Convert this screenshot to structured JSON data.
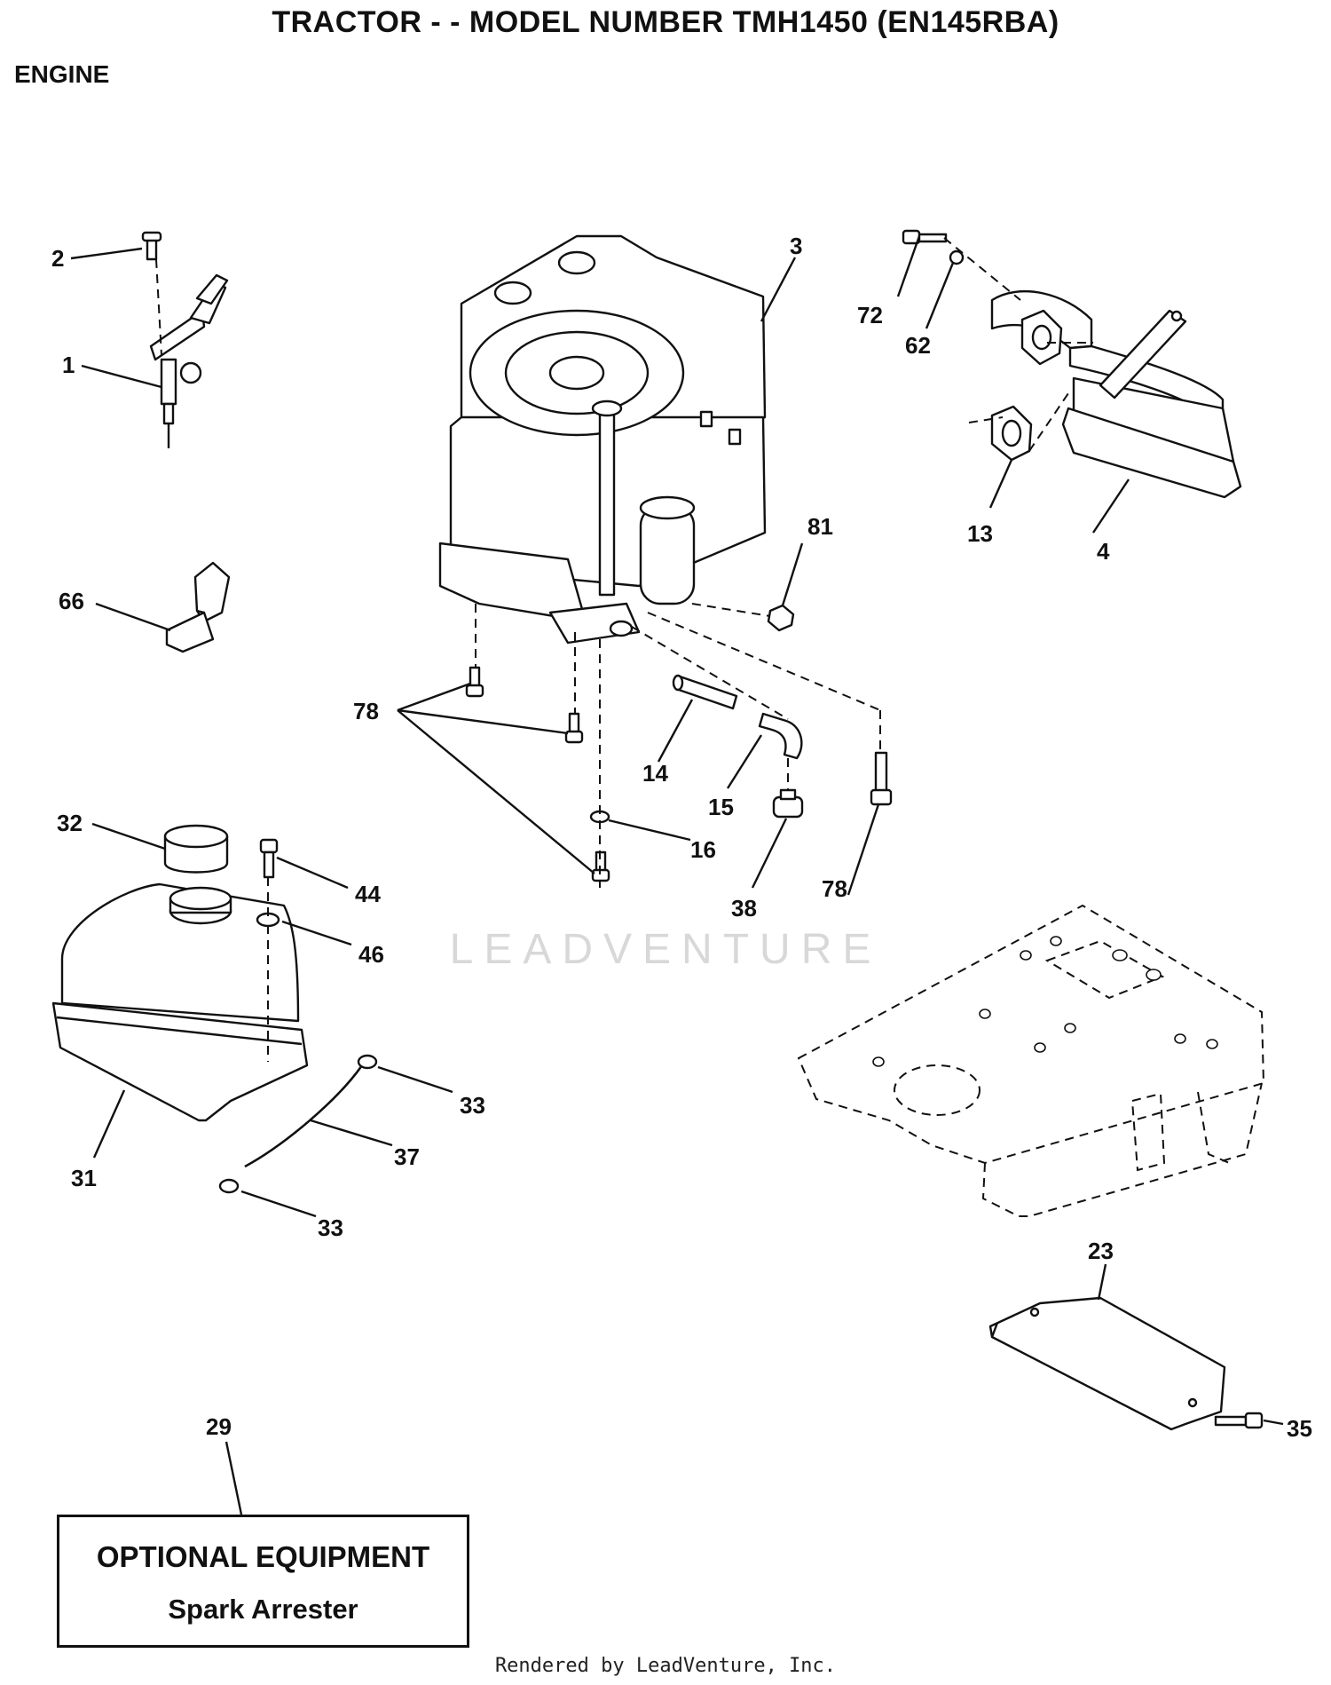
{
  "title": "TRACTOR - - MODEL NUMBER TMH1450 (EN145RBA)",
  "section": "ENGINE",
  "callouts": [
    "1",
    "2",
    "3",
    "4",
    "13",
    "14",
    "15",
    "16",
    "23",
    "29",
    "31",
    "32",
    "33",
    "33",
    "35",
    "37",
    "38",
    "44",
    "46",
    "62",
    "66",
    "72",
    "78",
    "78",
    "81"
  ],
  "optional_equipment": {
    "heading": "OPTIONAL EQUIPMENT",
    "item": "Spark Arrester"
  },
  "watermark": "LEADVENTURE",
  "footer": "Rendered by LeadVenture, Inc."
}
